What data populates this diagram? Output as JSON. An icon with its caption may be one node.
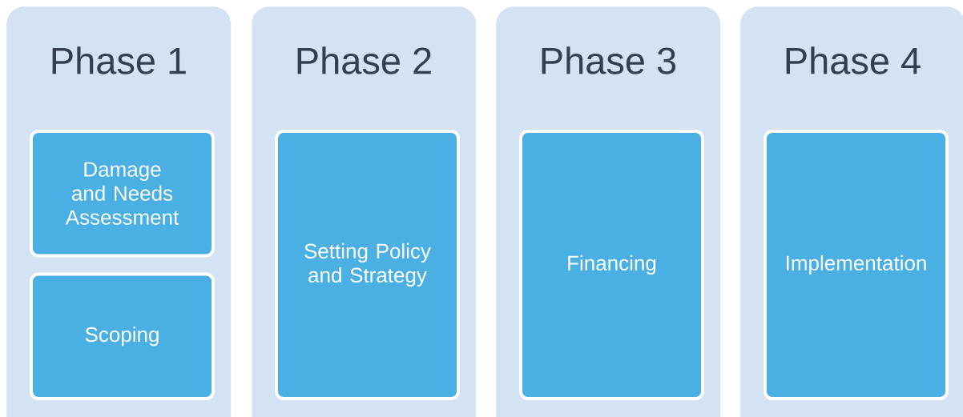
{
  "diagram": {
    "nodes": [
      {
        "text": [
          "Phase 1"
        ]
      },
      {
        "text": [
          "Damage and Needs Assessment"
        ],
        "in": 0
      },
      {
        "text": [
          "Scoping"
        ],
        "in": 0
      },
      {
        "text": [
          "Phase 2"
        ]
      },
      {
        "text": [
          "Setting Policy and Strategy"
        ],
        "in": 3
      },
      {
        "text": [
          "Phase 3"
        ]
      },
      {
        "text": [
          "Financing"
        ],
        "in": 5
      },
      {
        "text": [
          "Phase 4"
        ]
      },
      {
        "text": [
          "Implementation"
        ],
        "in": 7
      }
    ]
  }
}
